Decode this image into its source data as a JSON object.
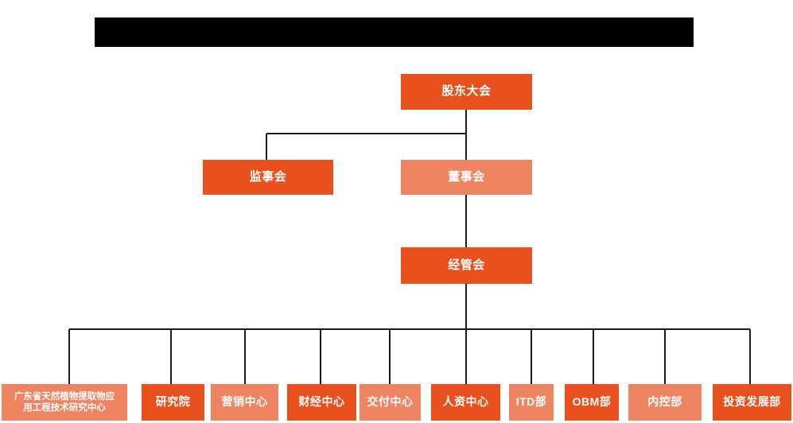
{
  "page": {
    "background_color": "#ffffff",
    "title_bar": {
      "label": "",
      "redacted": "redacted-title-bar",
      "color": "#000000"
    }
  },
  "palette": {
    "dark_orange": "#e8501e",
    "light_salmon": "#ee8462",
    "connector_line": "#1a1a1a",
    "node_text": "#ffffff"
  },
  "chart_data": {
    "type": "diagram",
    "diagram_type": "organization-chart",
    "title": "",
    "orientation": "top-down",
    "levels": [
      {
        "level": 1,
        "nodes": [
          {
            "id": "shareholders",
            "label": "股东大会",
            "shade": "dark"
          }
        ]
      },
      {
        "level": 2,
        "nodes": [
          {
            "id": "supervisors",
            "label": "监事会",
            "shade": "dark"
          },
          {
            "id": "directors",
            "label": "董事会",
            "shade": "light"
          }
        ]
      },
      {
        "level": 3,
        "nodes": [
          {
            "id": "management",
            "label": "经管会",
            "shade": "dark"
          }
        ]
      },
      {
        "level": 4,
        "nodes": [
          {
            "id": "research-center",
            "label": "广东省天然植物提取物应用工程技术研究中心",
            "shade": "light"
          },
          {
            "id": "research-institute",
            "label": "研究院",
            "shade": "dark"
          },
          {
            "id": "marketing-center",
            "label": "营销中心",
            "shade": "light"
          },
          {
            "id": "finance-center",
            "label": "财经中心",
            "shade": "dark"
          },
          {
            "id": "delivery-center",
            "label": "交付中心",
            "shade": "light"
          },
          {
            "id": "hr-center",
            "label": "人资中心",
            "shade": "dark"
          },
          {
            "id": "itd-dept",
            "label": "ITD部",
            "shade": "light"
          },
          {
            "id": "obm-dept",
            "label": "OBM部",
            "shade": "dark"
          },
          {
            "id": "internal-control-dept",
            "label": "内控部",
            "shade": "light"
          },
          {
            "id": "investment-development-dept",
            "label": "投资发展部",
            "shade": "dark"
          }
        ]
      }
    ],
    "edges": [
      {
        "from": "shareholders",
        "to": "supervisors"
      },
      {
        "from": "shareholders",
        "to": "directors"
      },
      {
        "from": "directors",
        "to": "management"
      },
      {
        "from": "management",
        "to": "research-center"
      },
      {
        "from": "management",
        "to": "research-institute"
      },
      {
        "from": "management",
        "to": "marketing-center"
      },
      {
        "from": "management",
        "to": "finance-center"
      },
      {
        "from": "management",
        "to": "delivery-center"
      },
      {
        "from": "management",
        "to": "hr-center"
      },
      {
        "from": "management",
        "to": "itd-dept"
      },
      {
        "from": "management",
        "to": "obm-dept"
      },
      {
        "from": "management",
        "to": "internal-control-dept"
      },
      {
        "from": "management",
        "to": "investment-development-dept"
      }
    ]
  },
  "nodes": {
    "shareholders": {
      "label": "股东大会"
    },
    "supervisors": {
      "label": "监事会"
    },
    "directors": {
      "label": "董事会"
    },
    "management": {
      "label": "经管会"
    },
    "research_center_line1": {
      "label": "广东省天然植物提取物应"
    },
    "research_center_line2": {
      "label": "用工程技术研究中心"
    },
    "research_institute": {
      "label": "研究院"
    },
    "marketing_center": {
      "label": "营销中心"
    },
    "finance_center": {
      "label": "财经中心"
    },
    "delivery_center": {
      "label": "交付中心"
    },
    "hr_center": {
      "label": "人资中心"
    },
    "itd_dept": {
      "label": "ITD部"
    },
    "obm_dept": {
      "label": "OBM部"
    },
    "internal_control_dept": {
      "label": "内控部"
    },
    "investment_development_dept": {
      "label": "投资发展部"
    }
  }
}
